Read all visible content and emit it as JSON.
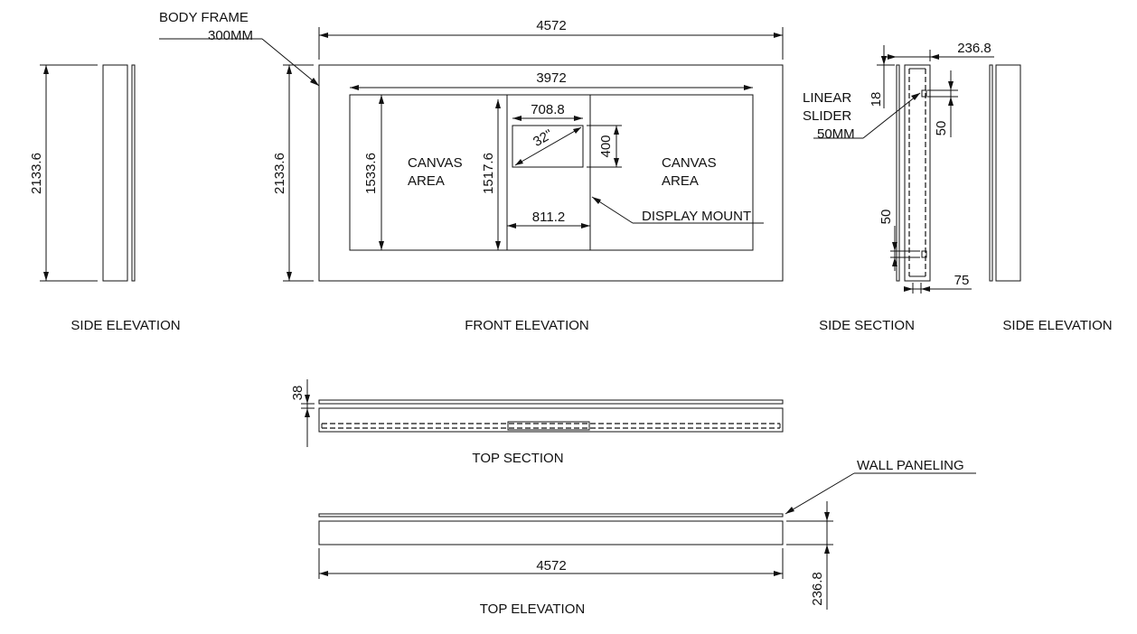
{
  "titles": {
    "side_elevation_left": "SIDE ELEVATION",
    "front_elevation": "FRONT ELEVATION",
    "side_section": "SIDE SECTION",
    "side_elevation_right": "SIDE  ELEVATION",
    "top_section": "TOP SECTION",
    "top_elevation": "TOP ELEVATION"
  },
  "labels": {
    "body_frame_line1": "BODY FRAME",
    "body_frame_line2": "300MM",
    "canvas_left_line1": "CANVAS",
    "canvas_left_line2": "AREA",
    "canvas_right_line1": "CANVAS",
    "canvas_right_line2": "AREA",
    "display_mount": "DISPLAY MOUNT",
    "screen_size": "32\"",
    "linear_slider_line1": "LINEAR",
    "linear_slider_line2": "SLIDER",
    "linear_slider_line3": "50MM",
    "wall_paneling": "WALL PANELING"
  },
  "dimensions": {
    "overall_width": "4572",
    "inner_width": "3972",
    "overall_height_side": "2133.6",
    "overall_height_front": "2133.6",
    "canvas_height": "1533.6",
    "mount_height": "1517.6",
    "screen_width": "708.8",
    "screen_height": "400",
    "mount_width": "811.2",
    "depth_top": "236.8",
    "slider_gap": "18",
    "slider_length_upper": "50",
    "slider_length_lower": "50",
    "base_depth": "75",
    "top_section_depth": "38",
    "top_elev_width": "4572",
    "top_elev_depth": "236.8"
  }
}
